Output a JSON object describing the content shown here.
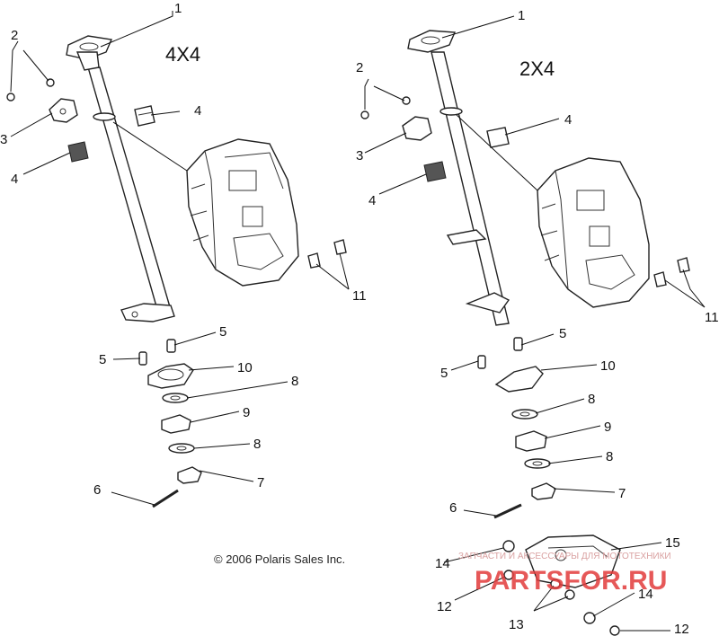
{
  "diagram": {
    "left": {
      "heading": "4X4",
      "callouts": [
        "1",
        "2",
        "3",
        "4",
        "4",
        "5",
        "5",
        "10",
        "8",
        "9",
        "8",
        "7",
        "6",
        "11"
      ]
    },
    "right": {
      "heading": "2X4",
      "callouts": [
        "1",
        "2",
        "3",
        "4",
        "4",
        "5",
        "5",
        "10",
        "8",
        "9",
        "8",
        "7",
        "6",
        "11",
        "15",
        "14",
        "14",
        "12",
        "12",
        "13"
      ]
    },
    "copyright": "© 2006 Polaris Sales Inc.",
    "watermark": {
      "line1": "ЗАПЧАСТИ И АКСЕССУАРЫ ДЛЯ МОТОТЕХНИКИ",
      "line2": "PARTSFOR.RU",
      "color": "#e23c3c"
    }
  }
}
